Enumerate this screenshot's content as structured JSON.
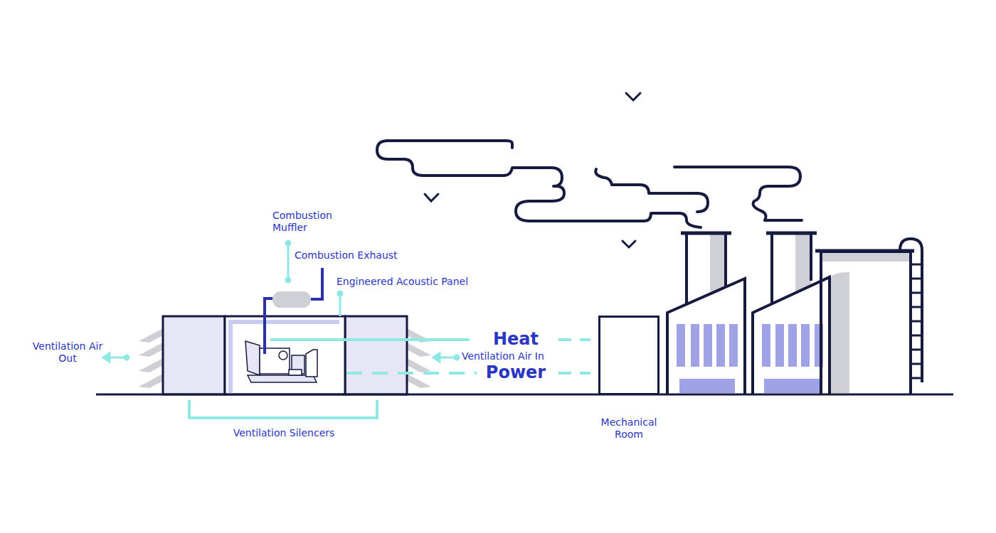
{
  "diagram": {
    "nodes": [
      {
        "text": [
          "Mechanical Room"
        ]
      }
    ],
    "labels": [
      "Combustion Muffler",
      "Combustion Exhaust",
      "Engineered Acoustic Panel",
      "Ventilation Air Out",
      "Ventilation Air In",
      "Heat",
      "Power",
      "Ventilation Silencers"
    ]
  }
}
